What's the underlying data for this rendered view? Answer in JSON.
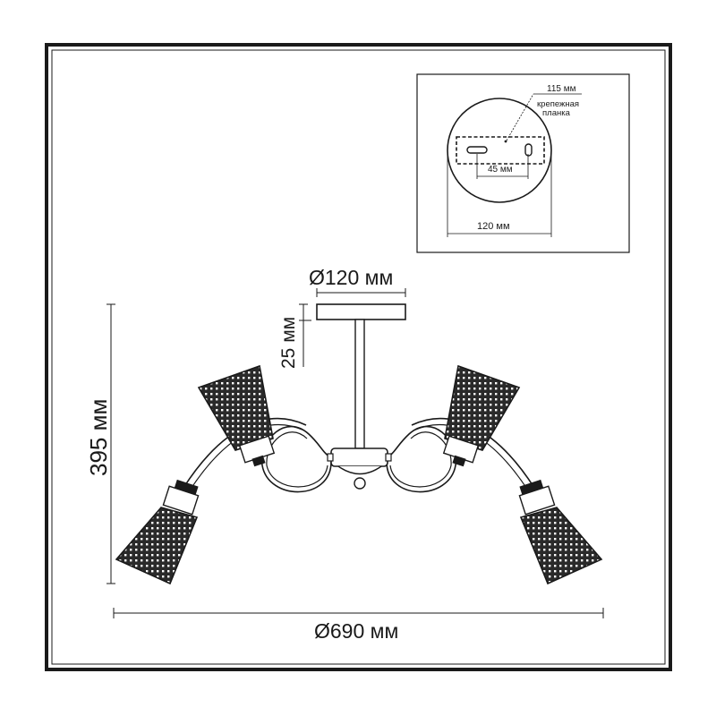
{
  "dimensions": {
    "diameter_mount": "Ø120 мм",
    "mount_height": "25 мм",
    "total_height": "395 мм",
    "total_diameter": "Ø690 мм"
  },
  "inset": {
    "plate_length": "115 мм",
    "plate_label_line1": "крепежная",
    "plate_label_line2": "планка",
    "hole_spacing": "45 мм",
    "base_diameter": "120 мм"
  },
  "colors": {
    "line": "#1a1a1a",
    "frame": "#1a1a1a",
    "shade": "#2a2a2a"
  }
}
